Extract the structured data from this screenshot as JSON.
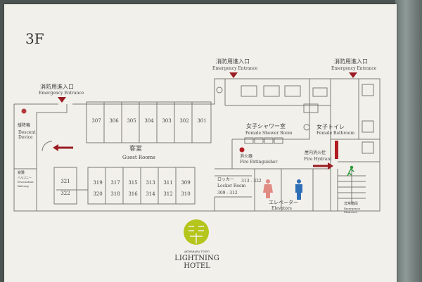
{
  "floor_label": "3F",
  "entrances": [
    {
      "jp": "消防用進入口",
      "en": "Emergency Entrance"
    },
    {
      "jp": "消防用進入口",
      "en": "Emergency Entrance"
    },
    {
      "jp": "消防用進入口",
      "en": "Emergency Entrance"
    }
  ],
  "descent_device": {
    "jp": "緩降機",
    "en1": "Descent",
    "en2": "Device"
  },
  "balcony": {
    "jp": "避難",
    "jp2": "バルコニー",
    "en1": "Evacuation",
    "en2": "Balcony"
  },
  "guest_rooms": {
    "jp": "客室",
    "en": "Guest Rooms"
  },
  "rooms_top": [
    "307",
    "306",
    "305",
    "304",
    "303",
    "302",
    "301"
  ],
  "rooms_bottom_upper": [
    "319",
    "317",
    "315",
    "313",
    "311",
    "309"
  ],
  "rooms_bottom_lower": [
    "320",
    "318",
    "316",
    "314",
    "312",
    "310"
  ],
  "rooms_left": [
    "321",
    "322"
  ],
  "shower_room": {
    "jp": "女子シャワー室",
    "en": "Female Shower Room"
  },
  "bathroom": {
    "jp": "女子トイレ",
    "en": "Female Bathroom"
  },
  "fire_extinguisher": {
    "jp": "消火器",
    "en": "Fire Extinguisher"
  },
  "fire_hydrant": {
    "jp": "屋内消火栓",
    "en": "Fire Hydrant"
  },
  "locker_room": {
    "jp": "ロッカー",
    "en": "Locker Room",
    "range1": "313 - 322",
    "range2": "309 - 312"
  },
  "elevators": {
    "jp": "エレベーター",
    "en": "Elevators"
  },
  "staircase": {
    "jp": "非常階段",
    "en1": "Emergency",
    "en2": "Staircase"
  },
  "logo": {
    "sub": "AKIHABARA TOKYO",
    "line1": "LIGHTNING",
    "line2": "HOTEL"
  },
  "colors": {
    "accent_red": "#9b1c22",
    "logo_green": "#b5c51c",
    "female_icon": "#e08a82",
    "male_icon": "#2f6fb6",
    "exit_green": "#2d9a3a"
  }
}
